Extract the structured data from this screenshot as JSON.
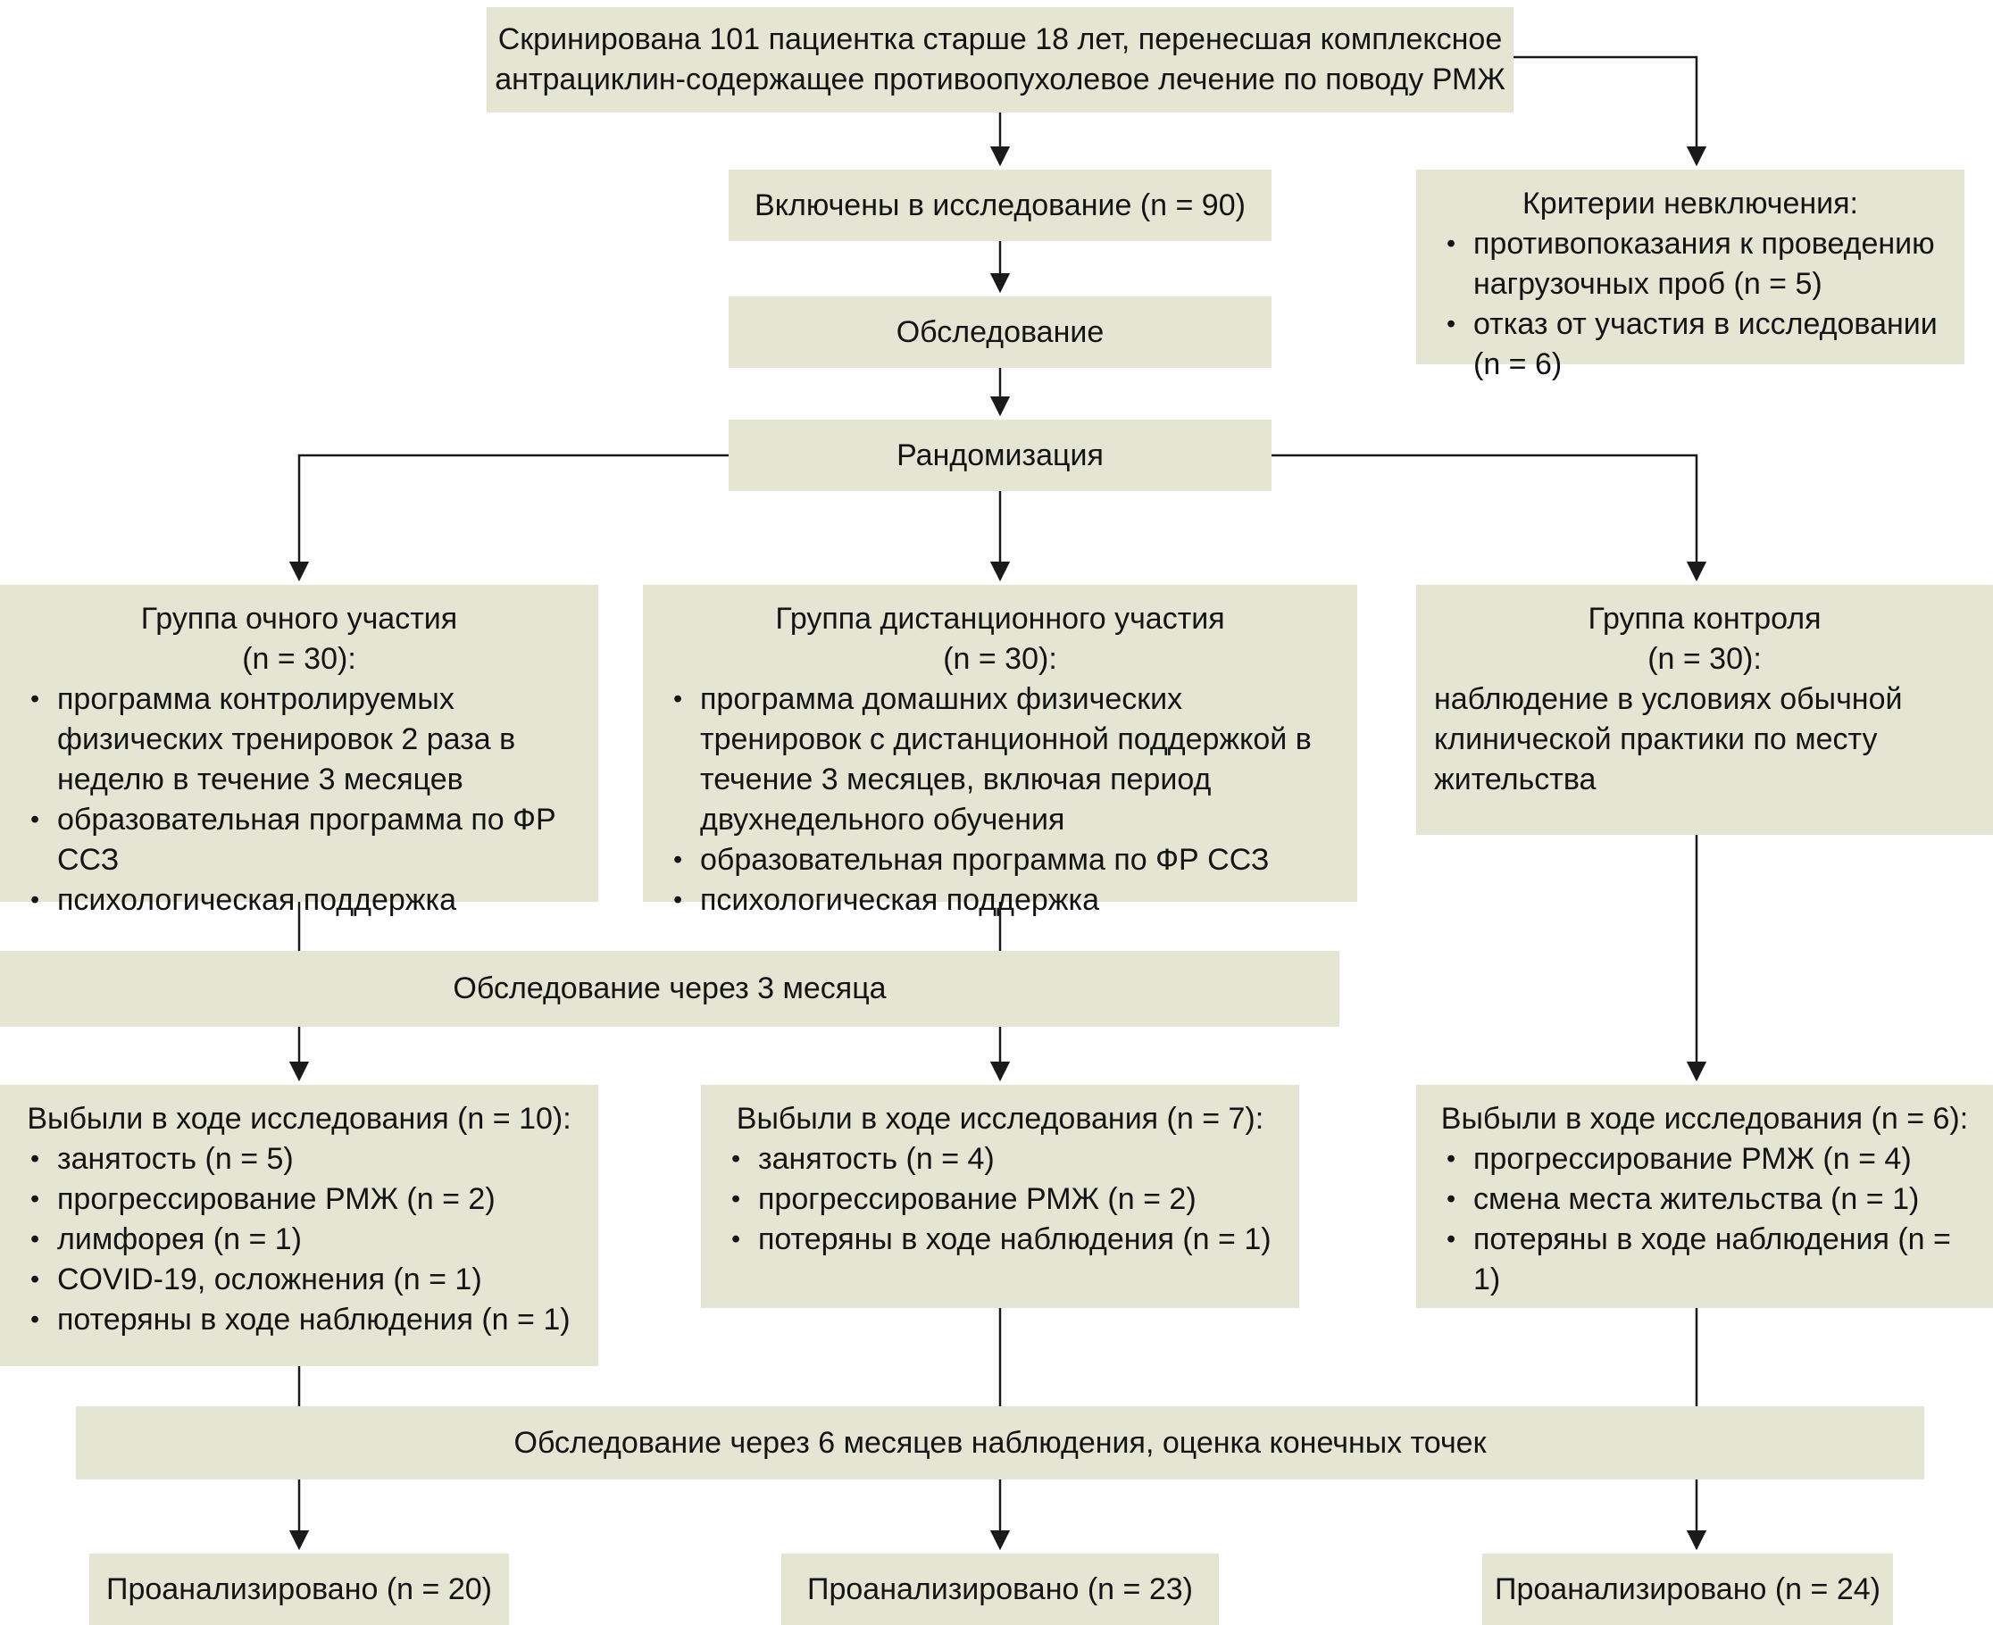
{
  "colors": {
    "box_fill": "#e4e5d3",
    "line": "#1a1a1a",
    "text": "#141414",
    "background": "#ffffff"
  },
  "screening": {
    "line1": "Скринирована 101 пациентка старше 18 лет, перенесшая комплексное",
    "line2": "антрациклин-содержащее противоопухолевое лечение по поводу РМЖ"
  },
  "included": {
    "label": "Включены в исследование (n = 90)"
  },
  "exclusion": {
    "title": "Критерии невключения:",
    "bullets": [
      "противопоказания к проведению нагрузочных проб (n = 5)",
      "отказ от участия в исследовании (n = 6)"
    ]
  },
  "examination": {
    "label": "Обследование"
  },
  "randomization": {
    "label": "Рандомизация"
  },
  "groups": [
    {
      "title": "Группа очного участия",
      "n": "(n = 30):",
      "bullets": [
        "программа контролируемых физических тренировок 2 раза в неделю в течение 3 месяцев",
        "образовательная программа по ФР ССЗ",
        "психологическая поддержка"
      ]
    },
    {
      "title": "Группа дистанционного участия",
      "n": "(n = 30):",
      "bullets": [
        "программа домашних физических тренировок с дистанционной поддержкой в течение 3 месяцев, включая период двухнедельного обучения",
        "образовательная программа по ФР ССЗ",
        "психологическая поддержка"
      ]
    },
    {
      "title": "Группа контроля",
      "n": "(n = 30):",
      "body": "наблюдение в условиях обычной клинической практики по месту жительства"
    }
  ],
  "followup_3m": {
    "label": "Обследование через 3 месяца"
  },
  "dropouts": [
    {
      "title": "Выбыли в ходе исследования (n = 10):",
      "bullets": [
        "занятость (n = 5)",
        "прогрессирование РМЖ (n = 2)",
        "лимфорея (n = 1)",
        "COVID-19, осложнения (n = 1)",
        "потеряны в ходе наблюдения (n = 1)"
      ]
    },
    {
      "title": "Выбыли в ходе исследования (n = 7):",
      "bullets": [
        "занятость (n = 4)",
        "прогрессирование РМЖ (n = 2)",
        "потеряны в ходе наблюдения (n = 1)"
      ]
    },
    {
      "title": "Выбыли в ходе исследования (n = 6):",
      "bullets": [
        "прогрессирование РМЖ (n = 4)",
        "смена места жительства (n = 1)",
        "потеряны в ходе наблюдения (n = 1)"
      ]
    }
  ],
  "followup_6m": {
    "label": "Обследование через 6 месяцев наблюдения, оценка конечных точек"
  },
  "analyzed": [
    {
      "label": "Проанализировано (n = 20)"
    },
    {
      "label": "Проанализировано (n = 23)"
    },
    {
      "label": "Проанализировано (n = 24)"
    }
  ]
}
